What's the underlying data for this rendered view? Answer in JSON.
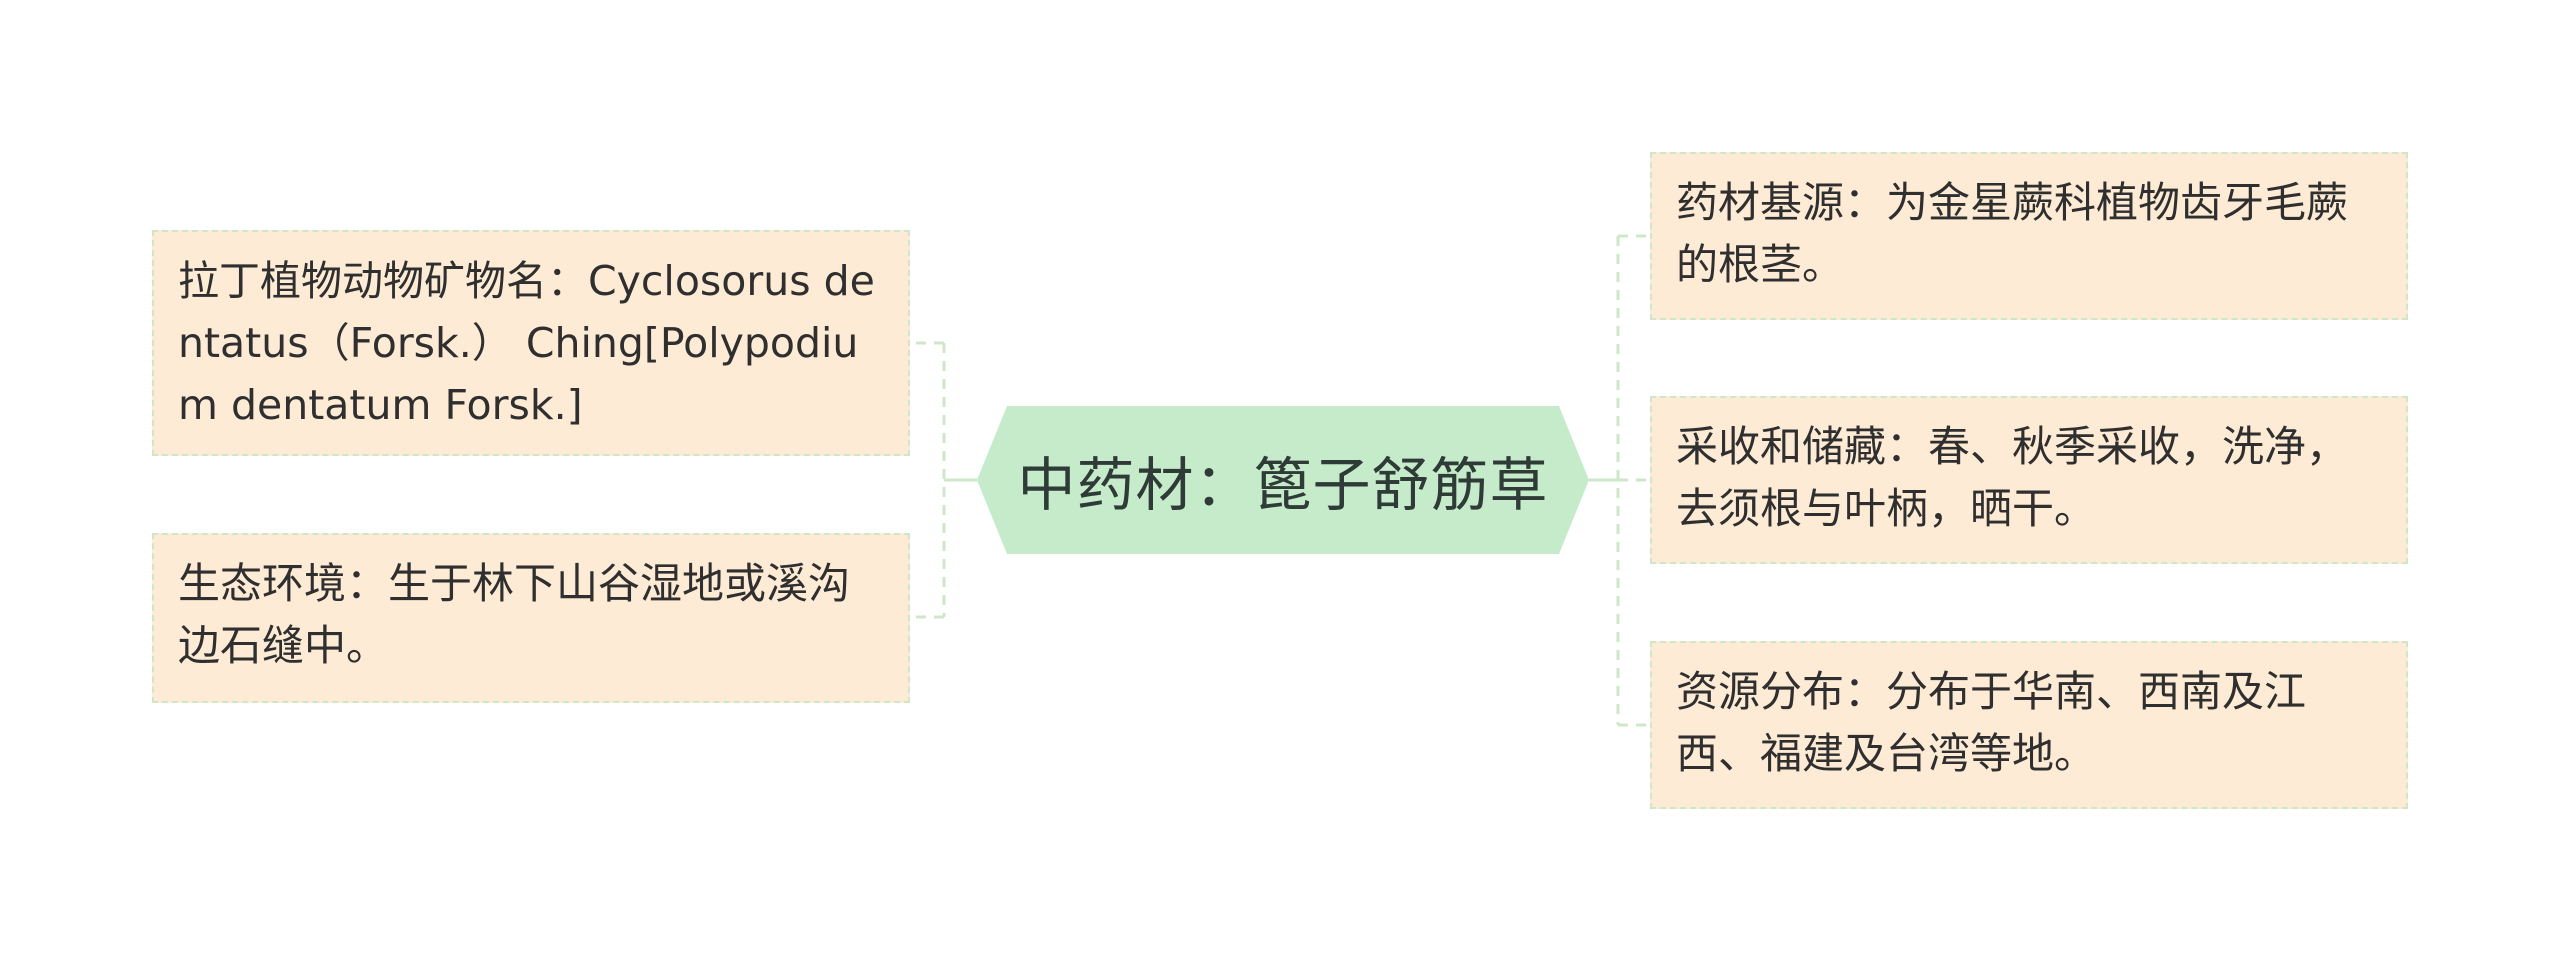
{
  "central_topic": {
    "label": "中药材：篦子舒筋草",
    "fill": "#c6ebcb",
    "text_color": "#2f3b37"
  },
  "branches": {
    "left": [
      {
        "id": "latin_name",
        "text": "拉丁植物动物矿物名：Cyclosorus dentatus（Forsk.） Ching[Polypodium dentatum Forsk.]"
      },
      {
        "id": "habitat",
        "text": "生态环境：生于林下山谷湿地或溪沟边石缝中。"
      }
    ],
    "right": [
      {
        "id": "origin",
        "text": "药材基源：为金星蕨科植物齿牙毛蕨的根茎。"
      },
      {
        "id": "harvest",
        "text": "采收和储藏：春、秋季采收，洗净，去须根与叶柄，晒干。"
      },
      {
        "id": "distribution",
        "text": "资源分布：分布于华南、西南及江西、福建及台湾等地。"
      }
    ]
  },
  "colors": {
    "topic_fill": "#fdebd5",
    "topic_border": "#cfe7c9",
    "connector": "#cfe7c9",
    "background": "#ffffff"
  }
}
